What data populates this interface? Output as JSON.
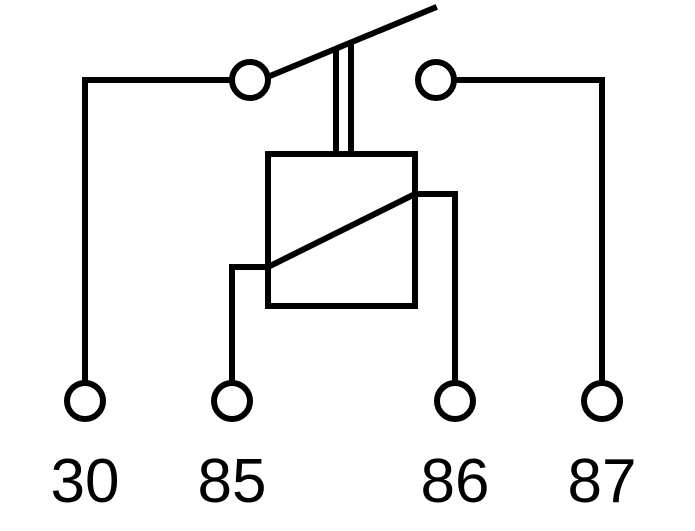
{
  "diagram": {
    "pins": [
      {
        "label": "30"
      },
      {
        "label": "85"
      },
      {
        "label": "86"
      },
      {
        "label": "87"
      }
    ]
  },
  "colors": {
    "line": "#000000",
    "background": "#ffffff"
  }
}
